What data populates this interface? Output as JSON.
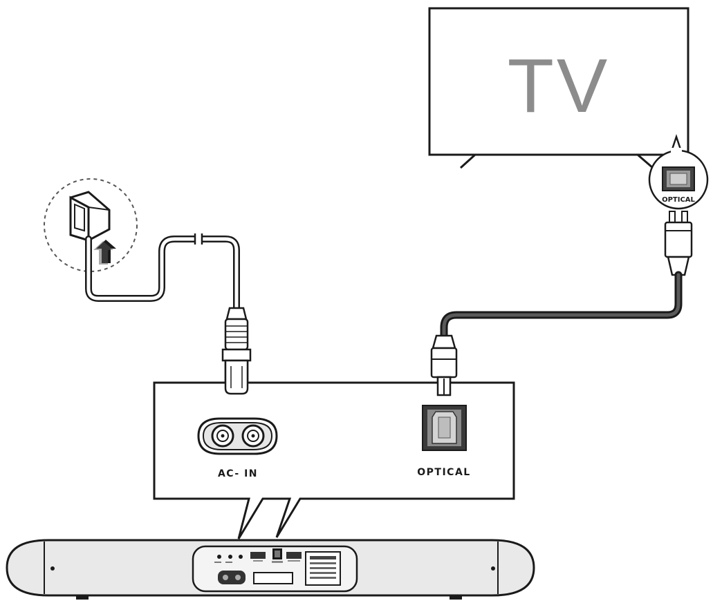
{
  "tv": {
    "label": "TV"
  },
  "tv_port": {
    "label": "OPTICAL"
  },
  "panel": {
    "ac_in_label": "AC- IN",
    "optical_label": "OPTICAL"
  },
  "colors": {
    "stroke": "#1a1a1a",
    "tv_text": "#8c8c8c",
    "bar_fill": "#e9e9e9",
    "cable": "#3a3a3a"
  },
  "icons": [
    "wall-socket-icon",
    "up-arrow-icon",
    "power-plug-icon",
    "optical-plug-icon",
    "optical-port-icon",
    "ac-socket-icon"
  ]
}
